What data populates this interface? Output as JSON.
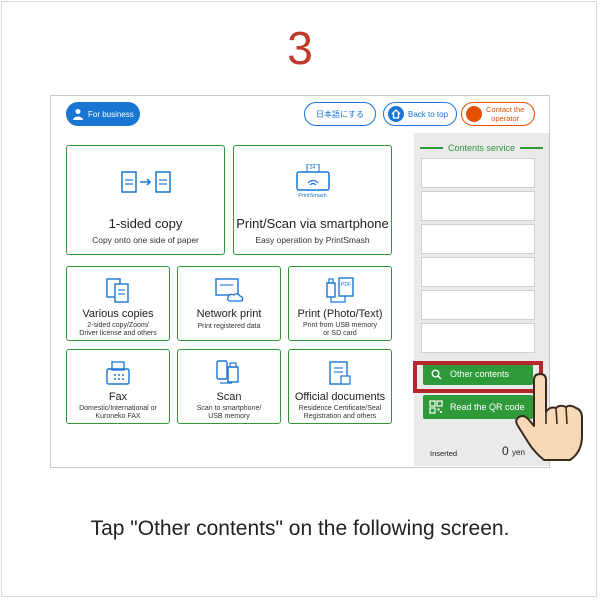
{
  "step_number": "3",
  "caption": "Tap \"Other contents\" on the following screen.",
  "header": {
    "business_label": "For business",
    "japanese_label": "日本語にする",
    "back_label": "Back to top",
    "operator_line1": "Contact the",
    "operator_line2": "operator"
  },
  "tiles": {
    "copy": {
      "title": "1-sided copy",
      "sub": "Copy onto one side of paper"
    },
    "smartphone": {
      "title": "Print/Scan via smartphone",
      "sub": "Easy operation by PrintSmash",
      "icon_text": "PrintSmash",
      "icon_badge": "24"
    },
    "various": {
      "title": "Various copies",
      "sub1": "2-sided copy/Zoom/",
      "sub2": "Driver license and others"
    },
    "network": {
      "title": "Network print",
      "sub1": "Print registered data"
    },
    "photo": {
      "title": "Print (Photo/Text)",
      "sub1": "Print from USB memory",
      "sub2": "or SD card",
      "icon_text": "PDF"
    },
    "fax": {
      "title": "Fax",
      "sub1": "Domestic/International or",
      "sub2": "Kuroneko FAX"
    },
    "scan": {
      "title": "Scan",
      "sub1": "Scan to smartphone/",
      "sub2": "USB memory"
    },
    "official": {
      "title": "Official documents",
      "sub1": "Residence Certificate/Seal",
      "sub2": "Registration and others"
    }
  },
  "side": {
    "title": "Contents service",
    "other_label": "Other contents",
    "qr_label": "Read the QR code",
    "inserted_label": "Inserted",
    "inserted_amount": "0",
    "inserted_unit": "yen"
  },
  "colors": {
    "accent_blue": "#1976d2",
    "accent_green": "#2e9a3a",
    "highlight_red": "#b3292b",
    "step_red": "#c0392b"
  }
}
